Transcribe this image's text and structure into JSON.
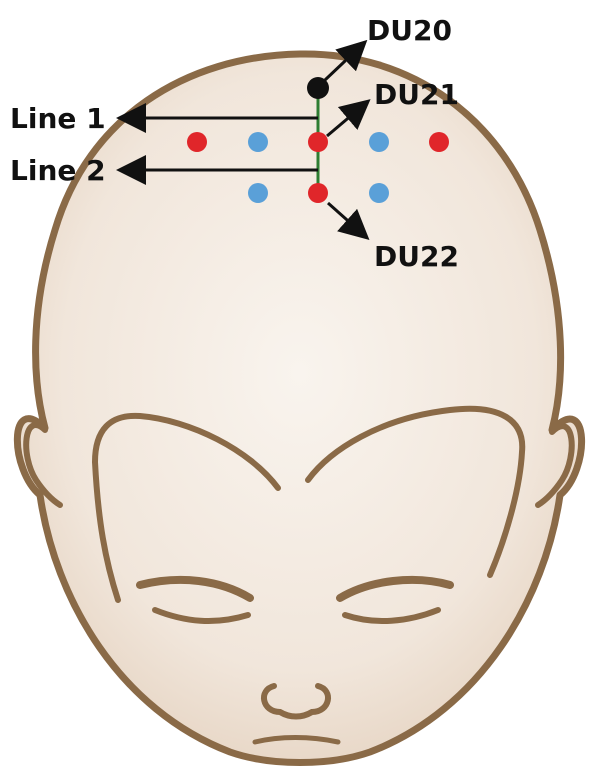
{
  "labels": {
    "du20": "DU20",
    "du21": "DU21",
    "du22": "DU22",
    "line1": "Line 1",
    "line2": "Line 2"
  },
  "colors": {
    "outline": "#8a6a47",
    "skin_center": "#f7f1ea",
    "skin_edge": "#e8d8c8",
    "point_red": "#e0262a",
    "point_blue": "#5aa0d8",
    "point_black": "#111111",
    "center_line": "#2e7d32",
    "arrow": "#111111"
  }
}
